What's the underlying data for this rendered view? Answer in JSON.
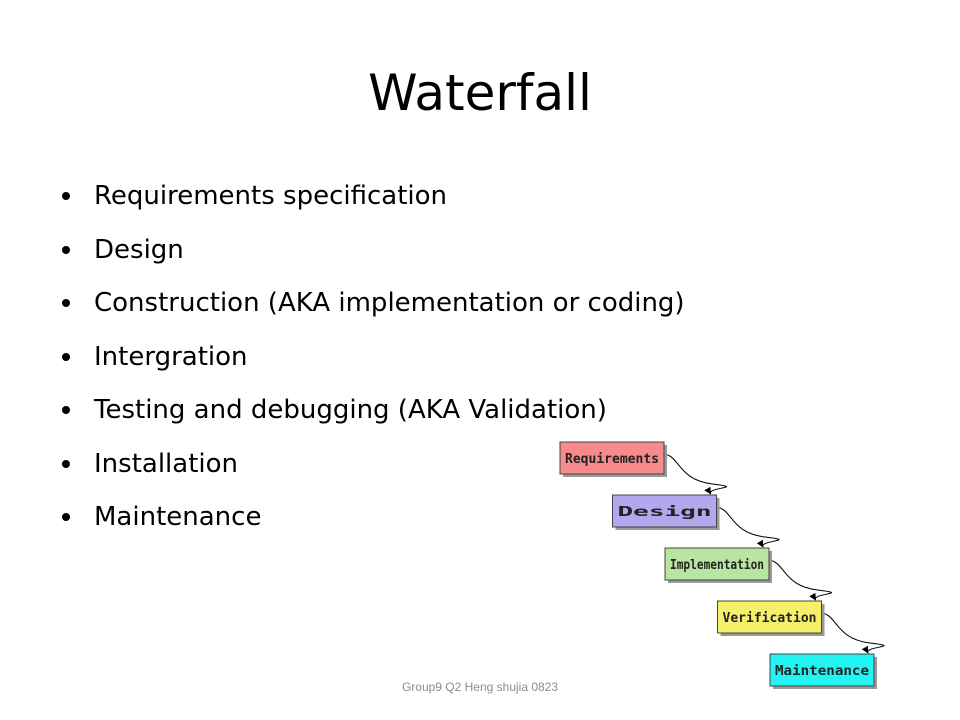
{
  "slide": {
    "title": "Waterfall",
    "bullets": [
      "Requirements specification",
      "Design",
      "Construction (AKA implementation or coding)",
      "Intergration",
      "Testing and debugging (AKA Validation)",
      "Installation",
      "Maintenance"
    ],
    "footer": "Group9 Q2 Heng shujia 0823"
  },
  "diagram": {
    "steps": [
      {
        "label": "Requirements",
        "color": "#f78a8a"
      },
      {
        "label": "Design",
        "color": "#b3a7ee"
      },
      {
        "label": "Implementation",
        "color": "#b9e5a3"
      },
      {
        "label": "Verification",
        "color": "#f4f06a"
      },
      {
        "label": "Maintenance",
        "color": "#22f4f4"
      }
    ]
  }
}
